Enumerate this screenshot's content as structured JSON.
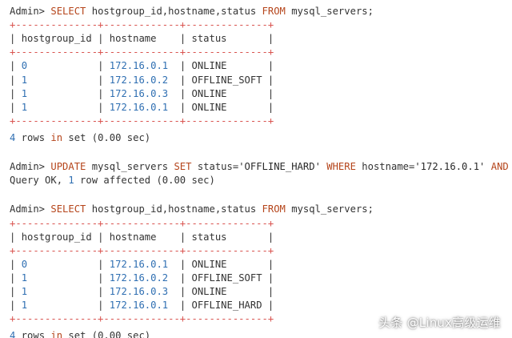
{
  "terminal": {
    "prompt": "Admin>",
    "border_line": "+--------------+-------------+--------------+",
    "query1": {
      "sql_select": "SELECT",
      "sql_fields": " hostgroup_id,hostname,status ",
      "sql_from": "FROM",
      "sql_table": " mysql_servers;"
    },
    "columns": [
      "hostgroup_id",
      "hostname",
      "status"
    ],
    "table1_rows": [
      {
        "hostgroup_id": "0",
        "hostname": "172.16.0.1",
        "status": "ONLINE"
      },
      {
        "hostgroup_id": "1",
        "hostname": "172.16.0.2",
        "status": "OFFLINE_SOFT"
      },
      {
        "hostgroup_id": "1",
        "hostname": "172.16.0.3",
        "status": "ONLINE"
      },
      {
        "hostgroup_id": "1",
        "hostname": "172.16.0.1",
        "status": "ONLINE"
      }
    ],
    "result1": {
      "count": "4",
      "rows": " rows ",
      "in": "in",
      "set": " set ",
      "time": "(0.00 sec)"
    },
    "update": {
      "kw_update": "UPDATE",
      "table": " mysql_servers ",
      "kw_set": "SET",
      "assign": " status=",
      "value": "'OFFLINE_HARD'",
      "kw_where": " WHERE",
      "cond": " hostname=",
      "cond_value": "'172.16.0.1'",
      "kw_and": " AND"
    },
    "update_result": {
      "prefix": "Query OK, ",
      "count": "1",
      "suffix": " row affected ",
      "time": "(0.00 sec)"
    },
    "query2": {
      "sql_select": "SELECT",
      "sql_fields": " hostgroup_id,hostname,status ",
      "sql_from": "FROM",
      "sql_table": " mysql_servers;"
    },
    "table2_rows": [
      {
        "hostgroup_id": "0",
        "hostname": "172.16.0.1",
        "status": "ONLINE"
      },
      {
        "hostgroup_id": "1",
        "hostname": "172.16.0.2",
        "status": "OFFLINE_SOFT"
      },
      {
        "hostgroup_id": "1",
        "hostname": "172.16.0.3",
        "status": "ONLINE"
      },
      {
        "hostgroup_id": "1",
        "hostname": "172.16.0.1",
        "status": "OFFLINE_HARD"
      }
    ],
    "result2": {
      "count": "4",
      "rows": " rows ",
      "in": "in",
      "set": " set ",
      "time": "(0.00 sec)"
    }
  },
  "watermark": "头条 @Linux高级运维",
  "colors": {
    "border": "#d9534f",
    "keyword": "#b5451b",
    "number": "#2f6fb2",
    "text": "#333333"
  }
}
